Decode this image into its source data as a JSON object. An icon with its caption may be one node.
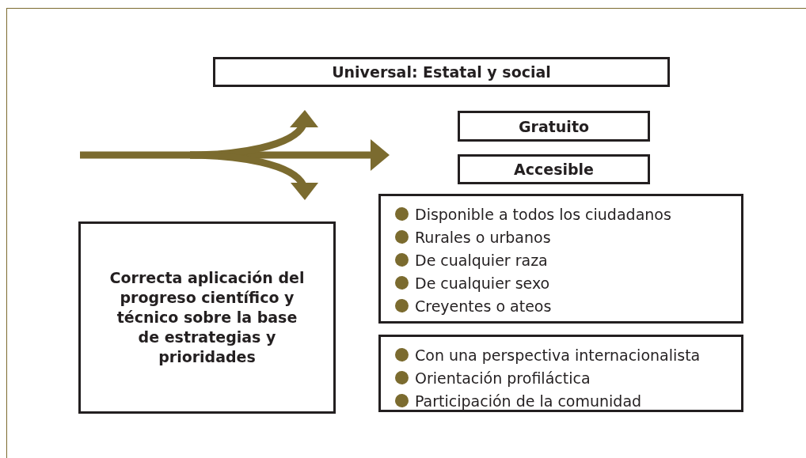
{
  "diagram": {
    "nodes": [
      {
        "text": [
          "Universal: Estatal y social"
        ]
      },
      {
        "text": [
          "Gratuito"
        ]
      },
      {
        "text": [
          "Accesible"
        ]
      },
      {
        "text": [
          "Disponible a todos los ciudadanos",
          "Rurales o urbanos",
          "De cualquier raza",
          "De cualquier sexo",
          "Creyentes o ateos"
        ]
      },
      {
        "text": [
          "Correcta aplicación del progreso científico y técnico sobre la base de estrategias y prioridades"
        ]
      },
      {
        "text": [
          "Con una perspectiva internacionalista",
          "Orientación profiláctica",
          "Participación de la comunidad"
        ]
      }
    ]
  }
}
